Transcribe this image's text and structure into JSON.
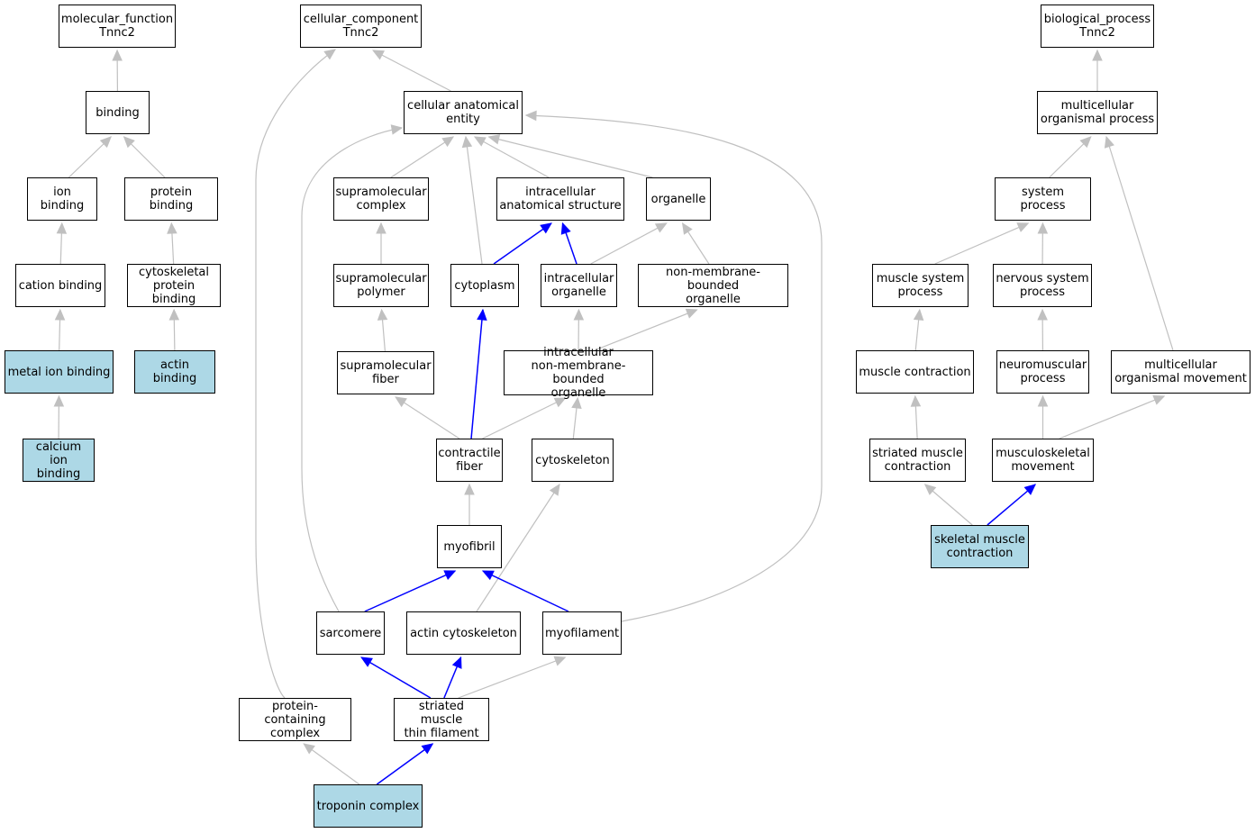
{
  "colors": {
    "highlight": "#add8e6",
    "gray_edge": "#c0c0c0",
    "blue_edge": "#0000ff",
    "node_border": "#000000"
  },
  "nodes": {
    "mf_root": {
      "label": "molecular_function\nTnnc2",
      "highlight": false
    },
    "binding": {
      "label": "binding",
      "highlight": false
    },
    "ion_binding": {
      "label": "ion binding",
      "highlight": false
    },
    "protein_binding": {
      "label": "protein binding",
      "highlight": false
    },
    "cation_binding": {
      "label": "cation binding",
      "highlight": false
    },
    "cyto_protein_binding": {
      "label": "cytoskeletal\nprotein binding",
      "highlight": false
    },
    "metal_ion_binding": {
      "label": "metal ion binding",
      "highlight": true
    },
    "actin_binding": {
      "label": "actin binding",
      "highlight": true
    },
    "calcium_ion_binding": {
      "label": "calcium ion\nbinding",
      "highlight": true
    },
    "cc_root": {
      "label": "cellular_component\nTnnc2",
      "highlight": false
    },
    "cae": {
      "label": "cellular anatomical\nentity",
      "highlight": false
    },
    "supramol_complex": {
      "label": "supramolecular\ncomplex",
      "highlight": false
    },
    "intra_anat": {
      "label": "intracellular\nanatomical structure",
      "highlight": false
    },
    "organelle": {
      "label": "organelle",
      "highlight": false
    },
    "supramol_polymer": {
      "label": "supramolecular\npolymer",
      "highlight": false
    },
    "cytoplasm": {
      "label": "cytoplasm",
      "highlight": false
    },
    "intra_organelle": {
      "label": "intracellular\norganelle",
      "highlight": false
    },
    "nmb_organelle": {
      "label": "non-membrane-bounded\norganelle",
      "highlight": false
    },
    "supramol_fiber": {
      "label": "supramolecular\nfiber",
      "highlight": false
    },
    "intra_nmb_organelle": {
      "label": "intracellular\nnon-membrane-bounded\norganelle",
      "highlight": false
    },
    "contractile_fiber": {
      "label": "contractile\nfiber",
      "highlight": false
    },
    "cytoskeleton": {
      "label": "cytoskeleton",
      "highlight": false
    },
    "myofibril": {
      "label": "myofibril",
      "highlight": false
    },
    "sarcomere": {
      "label": "sarcomere",
      "highlight": false
    },
    "actin_cytoskeleton": {
      "label": "actin cytoskeleton",
      "highlight": false
    },
    "myofilament": {
      "label": "myofilament",
      "highlight": false
    },
    "protein_complex": {
      "label": "protein-containing\ncomplex",
      "highlight": false
    },
    "thin_filament": {
      "label": "striated muscle\nthin filament",
      "highlight": false
    },
    "troponin_complex": {
      "label": "troponin complex",
      "highlight": true
    },
    "bp_root": {
      "label": "biological_process\nTnnc2",
      "highlight": false
    },
    "multi_process": {
      "label": "multicellular\norganismal process",
      "highlight": false
    },
    "system_process": {
      "label": "system process",
      "highlight": false
    },
    "muscle_system": {
      "label": "muscle system\nprocess",
      "highlight": false
    },
    "nervous_system": {
      "label": "nervous system\nprocess",
      "highlight": false
    },
    "muscle_contraction": {
      "label": "muscle contraction",
      "highlight": false
    },
    "neuromuscular": {
      "label": "neuromuscular\nprocess",
      "highlight": false
    },
    "multi_movement": {
      "label": "multicellular\norganismal movement",
      "highlight": false
    },
    "striated_contraction": {
      "label": "striated muscle\ncontraction",
      "highlight": false
    },
    "musculoskeletal": {
      "label": "musculoskeletal\nmovement",
      "highlight": false
    },
    "skeletal_contraction": {
      "label": "skeletal muscle\ncontraction",
      "highlight": true
    }
  },
  "edges": [
    {
      "from": "binding",
      "to": "mf_root",
      "color": "gray"
    },
    {
      "from": "ion_binding",
      "to": "binding",
      "color": "gray"
    },
    {
      "from": "protein_binding",
      "to": "binding",
      "color": "gray"
    },
    {
      "from": "cation_binding",
      "to": "ion_binding",
      "color": "gray"
    },
    {
      "from": "cyto_protein_binding",
      "to": "protein_binding",
      "color": "gray"
    },
    {
      "from": "metal_ion_binding",
      "to": "cation_binding",
      "color": "gray"
    },
    {
      "from": "actin_binding",
      "to": "cyto_protein_binding",
      "color": "gray"
    },
    {
      "from": "calcium_ion_binding",
      "to": "metal_ion_binding",
      "color": "gray"
    },
    {
      "from": "cae",
      "to": "cc_root",
      "color": "gray"
    },
    {
      "from": "protein_complex",
      "to": "cc_root",
      "color": "gray"
    },
    {
      "from": "supramol_complex",
      "to": "cae",
      "color": "gray"
    },
    {
      "from": "intra_anat",
      "to": "cae",
      "color": "gray"
    },
    {
      "from": "organelle",
      "to": "cae",
      "color": "gray"
    },
    {
      "from": "cytoplasm",
      "to": "cae",
      "color": "gray"
    },
    {
      "from": "sarcomere",
      "to": "cae",
      "color": "gray"
    },
    {
      "from": "myofilament",
      "to": "cae",
      "color": "gray"
    },
    {
      "from": "supramol_polymer",
      "to": "supramol_complex",
      "color": "gray"
    },
    {
      "from": "cytoplasm",
      "to": "intra_anat",
      "color": "blue"
    },
    {
      "from": "intra_organelle",
      "to": "intra_anat",
      "color": "blue"
    },
    {
      "from": "intra_organelle",
      "to": "organelle",
      "color": "gray"
    },
    {
      "from": "nmb_organelle",
      "to": "organelle",
      "color": "gray"
    },
    {
      "from": "supramol_fiber",
      "to": "supramol_polymer",
      "color": "gray"
    },
    {
      "from": "intra_nmb_organelle",
      "to": "intra_organelle",
      "color": "gray"
    },
    {
      "from": "intra_nmb_organelle",
      "to": "nmb_organelle",
      "color": "gray"
    },
    {
      "from": "contractile_fiber",
      "to": "supramol_fiber",
      "color": "gray"
    },
    {
      "from": "contractile_fiber",
      "to": "cytoplasm",
      "color": "blue"
    },
    {
      "from": "contractile_fiber",
      "to": "intra_nmb_organelle",
      "color": "gray"
    },
    {
      "from": "cytoskeleton",
      "to": "intra_nmb_organelle",
      "color": "gray"
    },
    {
      "from": "myofibril",
      "to": "contractile_fiber",
      "color": "gray"
    },
    {
      "from": "actin_cytoskeleton",
      "to": "cytoskeleton",
      "color": "gray"
    },
    {
      "from": "sarcomere",
      "to": "myofibril",
      "color": "blue"
    },
    {
      "from": "myofilament",
      "to": "myofibril",
      "color": "blue"
    },
    {
      "from": "thin_filament",
      "to": "sarcomere",
      "color": "blue"
    },
    {
      "from": "thin_filament",
      "to": "actin_cytoskeleton",
      "color": "blue"
    },
    {
      "from": "thin_filament",
      "to": "myofilament",
      "color": "gray"
    },
    {
      "from": "troponin_complex",
      "to": "protein_complex",
      "color": "gray"
    },
    {
      "from": "troponin_complex",
      "to": "thin_filament",
      "color": "blue"
    },
    {
      "from": "multi_process",
      "to": "bp_root",
      "color": "gray"
    },
    {
      "from": "system_process",
      "to": "multi_process",
      "color": "gray"
    },
    {
      "from": "multi_movement",
      "to": "multi_process",
      "color": "gray"
    },
    {
      "from": "muscle_system",
      "to": "system_process",
      "color": "gray"
    },
    {
      "from": "nervous_system",
      "to": "system_process",
      "color": "gray"
    },
    {
      "from": "muscle_contraction",
      "to": "muscle_system",
      "color": "gray"
    },
    {
      "from": "neuromuscular",
      "to": "nervous_system",
      "color": "gray"
    },
    {
      "from": "striated_contraction",
      "to": "muscle_contraction",
      "color": "gray"
    },
    {
      "from": "musculoskeletal",
      "to": "neuromuscular",
      "color": "gray"
    },
    {
      "from": "musculoskeletal",
      "to": "multi_movement",
      "color": "gray"
    },
    {
      "from": "skeletal_contraction",
      "to": "striated_contraction",
      "color": "gray"
    },
    {
      "from": "skeletal_contraction",
      "to": "musculoskeletal",
      "color": "blue"
    }
  ]
}
